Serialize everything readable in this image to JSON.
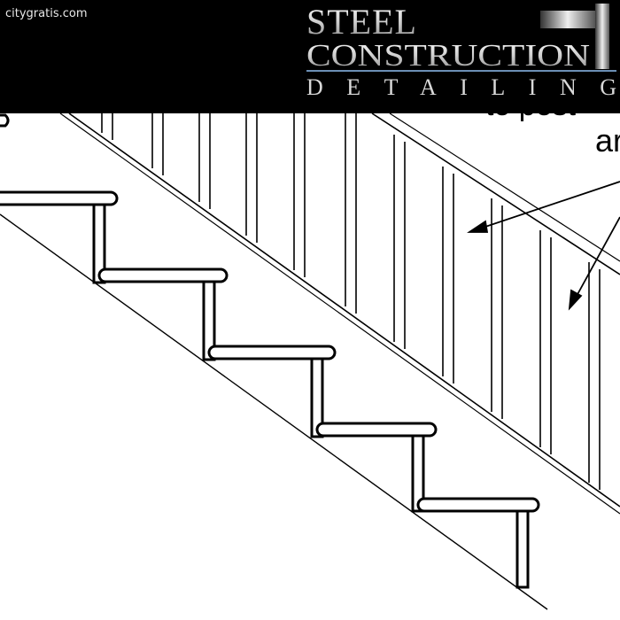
{
  "header": {
    "watermark": "citygratis.com",
    "logo_line1": "STEEL",
    "logo_line2": "CONSTRUCTION",
    "logo_line3": "DETAILING",
    "background": "#000000"
  },
  "diagram": {
    "callout_text": "ar",
    "partial_callout": "to post"
  }
}
